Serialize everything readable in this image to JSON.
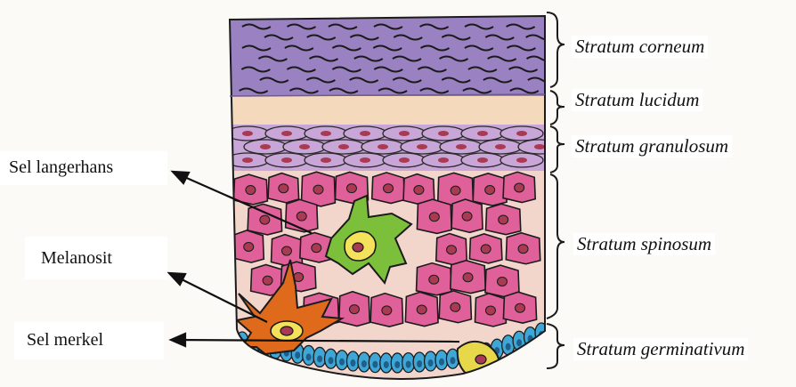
{
  "labels": {
    "langerhans": "Sel langerhans",
    "melanocyte": "Melanosit",
    "merkel": "Sel merkel"
  },
  "layers": [
    "Stratum corneum",
    "Stratum lucidum",
    "Stratum granulosum",
    "Stratum spinosum",
    "Stratum germinativum"
  ],
  "colors": {
    "corneum": "#9a82c2",
    "lucidum": "#f4d9bd",
    "granulosum": "#c9a6d8",
    "spinosum_cell": "#e0609a",
    "langerhans_cell": "#7bbf3a",
    "melanocyte": "#e06a1c",
    "basal_cell": "#3fa7d6",
    "merkel_cell": "#e6d84a",
    "nucleus": "#a83a52"
  }
}
